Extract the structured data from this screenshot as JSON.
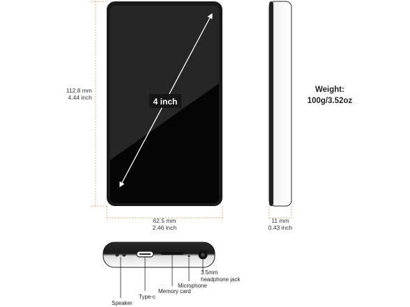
{
  "screen": {
    "diagonal_label": "4 inch"
  },
  "height_dim": {
    "mm": "112.8 mm",
    "inch": "4.44 inch"
  },
  "width_dim": {
    "mm": "62.5 mm",
    "inch": "2.46 inch"
  },
  "depth_dim": {
    "mm": "11 mm",
    "inch": "0.43 inch"
  },
  "weight": {
    "title": "Weight:",
    "value": "100g/3.52oz"
  },
  "ports": {
    "speaker": "Speaker",
    "type_c": "Type-c",
    "memory_card": "Memory card",
    "microphone": "Microphone",
    "jack_line1": "3.5mm",
    "jack_line2": "headphone jack"
  },
  "colors": {
    "dimension_line": "#d9a46b",
    "device_body": "#1a1a1a",
    "screen_dark": "#050505",
    "screen_gloss": "#2e2e2e"
  }
}
